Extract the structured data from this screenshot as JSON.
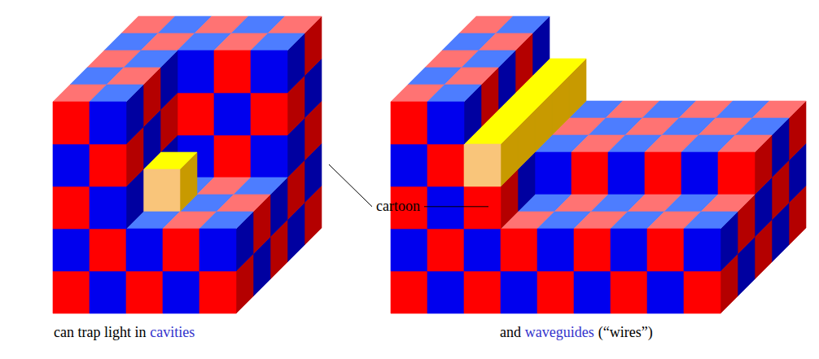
{
  "diagram": {
    "labels": [
      "cartoon",
      "can trap light in",
      "cavities",
      "and",
      "waveguides",
      "(“wires”)"
    ]
  }
}
